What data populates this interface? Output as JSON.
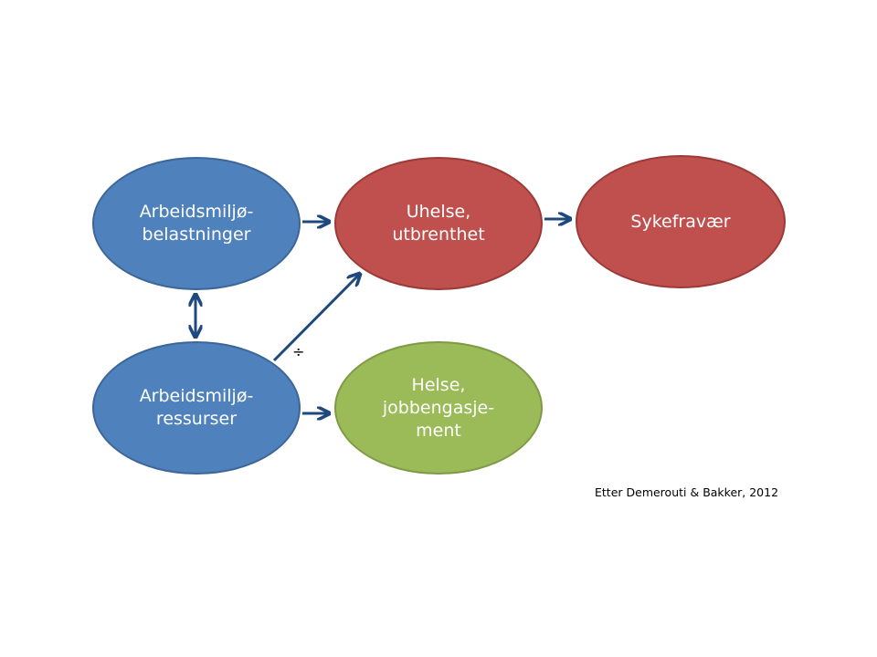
{
  "nodes": {
    "demands": {
      "lines": [
        "Arbeidsmiljø-",
        "belastninger"
      ]
    },
    "resources": {
      "lines": [
        "Arbeidsmiljø-",
        "ressurser"
      ]
    },
    "illness": {
      "lines": [
        "Uhelse,",
        "utbrenthet"
      ]
    },
    "absence": {
      "lines": [
        "Sykefravær"
      ]
    },
    "health": {
      "lines": [
        "Helse,",
        "jobbengasje-",
        "ment"
      ]
    }
  },
  "edges": [
    {
      "from": "demands",
      "to": "illness",
      "kind": "directed"
    },
    {
      "from": "illness",
      "to": "absence",
      "kind": "directed"
    },
    {
      "from": "resources",
      "to": "health",
      "kind": "directed"
    },
    {
      "from": "resources",
      "to": "illness",
      "kind": "directed",
      "label": "÷"
    },
    {
      "from": "demands",
      "to": "resources",
      "kind": "bidirectional"
    }
  ],
  "colors": {
    "blue": "#4f81bd",
    "red": "#c0504d",
    "green": "#9bbb59",
    "arrow": "#1f497d"
  },
  "source": "Etter Demerouti & Bakker, 2012"
}
